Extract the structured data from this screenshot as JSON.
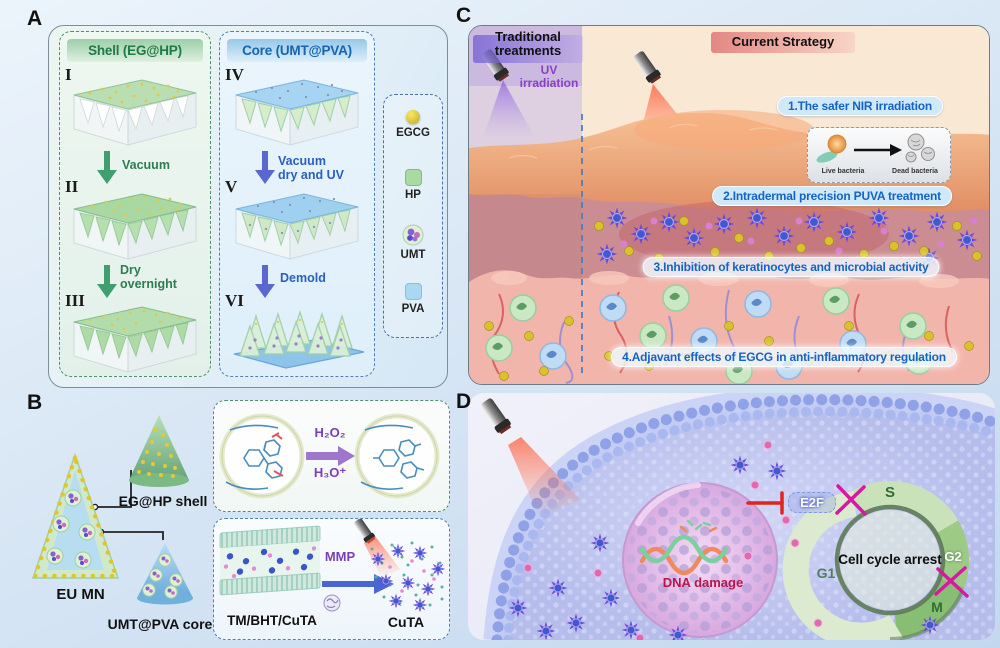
{
  "panels": {
    "a": "A",
    "b": "B",
    "c": "C",
    "d": "D"
  },
  "panelA": {
    "shell_header": "Shell (EG@HP)",
    "core_header": "Core (UMT@PVA)",
    "steps": {
      "i": "I",
      "ii": "II",
      "iii": "III",
      "iv": "IV",
      "v": "V",
      "vi": "VI"
    },
    "arrow_vacuum": "Vacuum",
    "arrow_dry_1": "Dry",
    "arrow_dry_2": "overnight",
    "arrow_vdu_1": "Vacuum",
    "arrow_vdu_2": "dry and UV",
    "arrow_demold": "Demold",
    "legend": {
      "egcg": "EGCG",
      "hp": "HP",
      "umt": "UMT",
      "pva": "PVA"
    }
  },
  "panelB": {
    "eu_mn": "EU MN",
    "shell_label": "EG@HP shell",
    "core_label": "UMT@PVA core",
    "oxidant_top": "H₂O₂",
    "oxidant_bottom": "H₃O⁺",
    "membrane_label": "TM/BHT/CuTA",
    "enzyme": "MMP",
    "product": "CuTA"
  },
  "panelC": {
    "traditional_1": "Traditional",
    "traditional_2": "treatments",
    "current": "Current Strategy",
    "uv_1": "UV",
    "uv_2": "irradiation",
    "point1": "1.The safer NIR irradiation",
    "live_bacteria": "Live bacteria",
    "dead_bacteria": "Dead bacteria",
    "point2": "2.Intradermal precision PUVA treatment",
    "point3": "3.Inhibition of keratinocytes and microbial activity",
    "point4": "4.Adjavant effects of EGCG in anti-inflammatory regulation"
  },
  "panelD": {
    "e2f": "E2F",
    "dna_damage": "DNA damage",
    "arrest": "Cell cycle arrest",
    "phases": {
      "s": "S",
      "g2": "G2",
      "m": "M",
      "g1": "G1"
    }
  },
  "colors": {
    "shell_green": "#1f7a46",
    "core_blue": "#1565b0",
    "uv_purple": "#8a3fc6",
    "badge_blue": "#1563c8",
    "dna_red": "#b5174e",
    "inhibit_red": "#e02520",
    "cross_magenta": "#d818a0"
  }
}
